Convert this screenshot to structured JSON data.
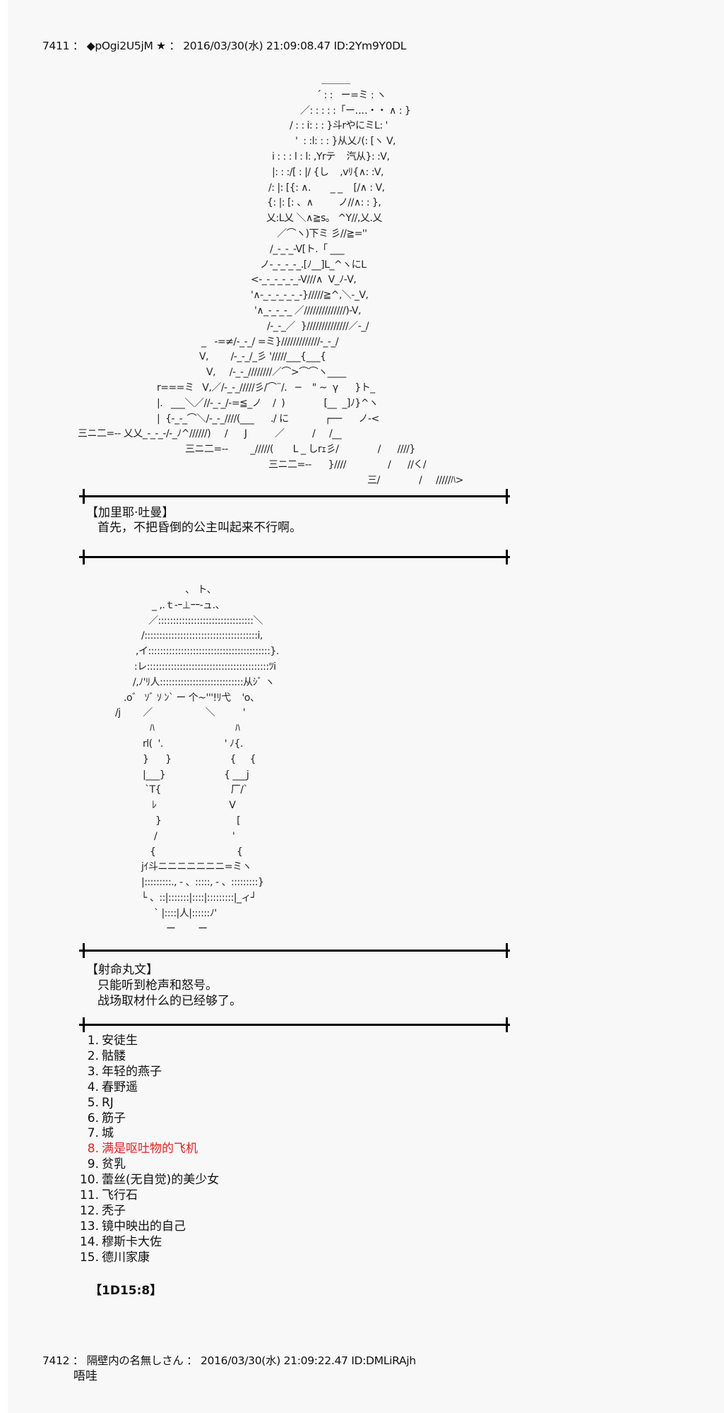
{
  "post1": {
    "header": "7411 ： ◆pOgi2U5jM ★ ： 2016/03/30(水) 21:09:08.47 ID:2Ym9Y0DL",
    "aa1": [
      "＿＿＿",
      "´ : :   ー=ミ : ヽ",
      "／: : : : :「ー‥‥・・ ∧ : }",
      "/ : : i: : : }斗rやにミL: '",
      "'  : :l: : : }从乂ﾉ(: [ヽ V,",
      "i : : : l : l: ,Yrテ    汽从}: :V,",
      "|: : :/[ : |/ {し    ,vﾘ{∧: :V,",
      "/: |: [{: ∧.       _ _    [/∧ : V,",
      "{: |: [: 、∧         ノ//∧: : },",
      "乂:L乂 ＼∧≧s。 ^Y//,乂.乂",
      "／⌒ヽ)下ミ 彡//≧=''",
      "/_-_-_-V[ト.「 ___",
      "ノ-_-_-_-_.[ﾉ__]L_^ヽにL",
      "<-_-_-_-_-_-V///∧  V_ﾉ-V,",
      "'∧-_-_-_-_-_-}/////≧^,＼-_V,",
      "'∧_-_-_-_ ／//////////////)-V,",
      "/-_-_／  }//////////////／-_/",
      "_   -=≠/-_-_/ =ミ}/////////////-_-_/",
      "V,        /-_-_/_彡 '/////___{___{",
      "V,     /-_-_////////／⌒>⌒⌒ヽ____",
      "r===ミ   V,／/-_-_/////彡/⌒¨/.   ─    \" ~  γ      }ト_",
      "|.   ___＼／//-_-_/-=≦_ノ    /  )              [__  _]ﾉ}^ヽ",
      "|  {-_-_⌒＼/-_-_////(___      ./ に             ┌──      ノ-<",
      "三ニ二=-- 乂乂_-_-_-/-_ﾉ^//////)     /      J          ／          /     /__",
      "三ニ二=--        _/////(       L _ しrｪ彡/              /      ////}",
      "三ニ二=--      }////               /      //く/",
      "三/              /     /////ﾊ>"
    ],
    "speaker": "【加里耶·吐曼】",
    "line1": "首先，不把昏倒的公主叫起来不行啊。",
    "aa2": [
      "、 ト、",
      "_ ,.ｔ-ｰ⊥ｰｰ-ュ.、",
      "／::::::::::::::::::::::::::::::::＼",
      "/::::::::::::::::::::::::::::::::::::::i,",
      ",イ:::::::::::::::::::::::::::::::::::::::::}.",
      ":レ:::::::::::::::::::::::::::::::::::::::::ﾂi",
      "/,ﾉ'ﾘ人::::::::::::::::::::::::::::从ｼﾞ ヽ",
      ".o゛ ｿﾞ ｿ ﾝ` ー 个~'''!ﾘ弋    'o、",
      "/j        ／                   ＼          '",
      "ﾊ                             ﾊ",
      "rl(  '.                      ' ﾉ{.",
      "}      }                     {     {",
      "|___}                     { ___j",
      "`T{                         厂/`",
      "ﾚ                          V",
      "}                           [",
      "/                           '",
      "{                             {",
      "jｲ斗ニニニニニニニ=ミヽ",
      "|:::::::::., - 、:::::, - 、:::::::::}",
      "└ 、::|:::::::|::::|:::::::::|_ィ┘",
      "` |::::|人|::::::ﾉ'",
      "ー        ー"
    ],
    "speaker2": "【射命丸文】",
    "line2a": "只能听到枪声和怒号。",
    "line2b": "战场取材什么的已经够了。",
    "list": [
      {
        "num": "1.",
        "text": "安徒生"
      },
      {
        "num": "2.",
        "text": "骷髅"
      },
      {
        "num": "3.",
        "text": "年轻的燕子"
      },
      {
        "num": "4.",
        "text": "春野遥"
      },
      {
        "num": "5.",
        "text": "RJ"
      },
      {
        "num": "6.",
        "text": "筋子"
      },
      {
        "num": "7.",
        "text": "城"
      },
      {
        "num": "8.",
        "text": "满是呕吐物的飞机"
      },
      {
        "num": "9.",
        "text": "贫乳"
      },
      {
        "num": "10.",
        "text": "蕾丝(无自觉)的美少女"
      },
      {
        "num": "11.",
        "text": "飞行石"
      },
      {
        "num": "12.",
        "text": "秃子"
      },
      {
        "num": "13.",
        "text": "镜中映出的自己"
      },
      {
        "num": "14.",
        "text": "穆斯卡大佐"
      },
      {
        "num": "15.",
        "text": "德川家康"
      }
    ],
    "highlight_index": 7,
    "highlight_color": "#e0231e",
    "dice": "【1D15:8】"
  },
  "post2": {
    "header": "7412 ： 隔壁内の名無しさん ： 2016/03/30(水) 21:09:22.47 ID:DMLiRAjh",
    "body": "唔哇"
  }
}
